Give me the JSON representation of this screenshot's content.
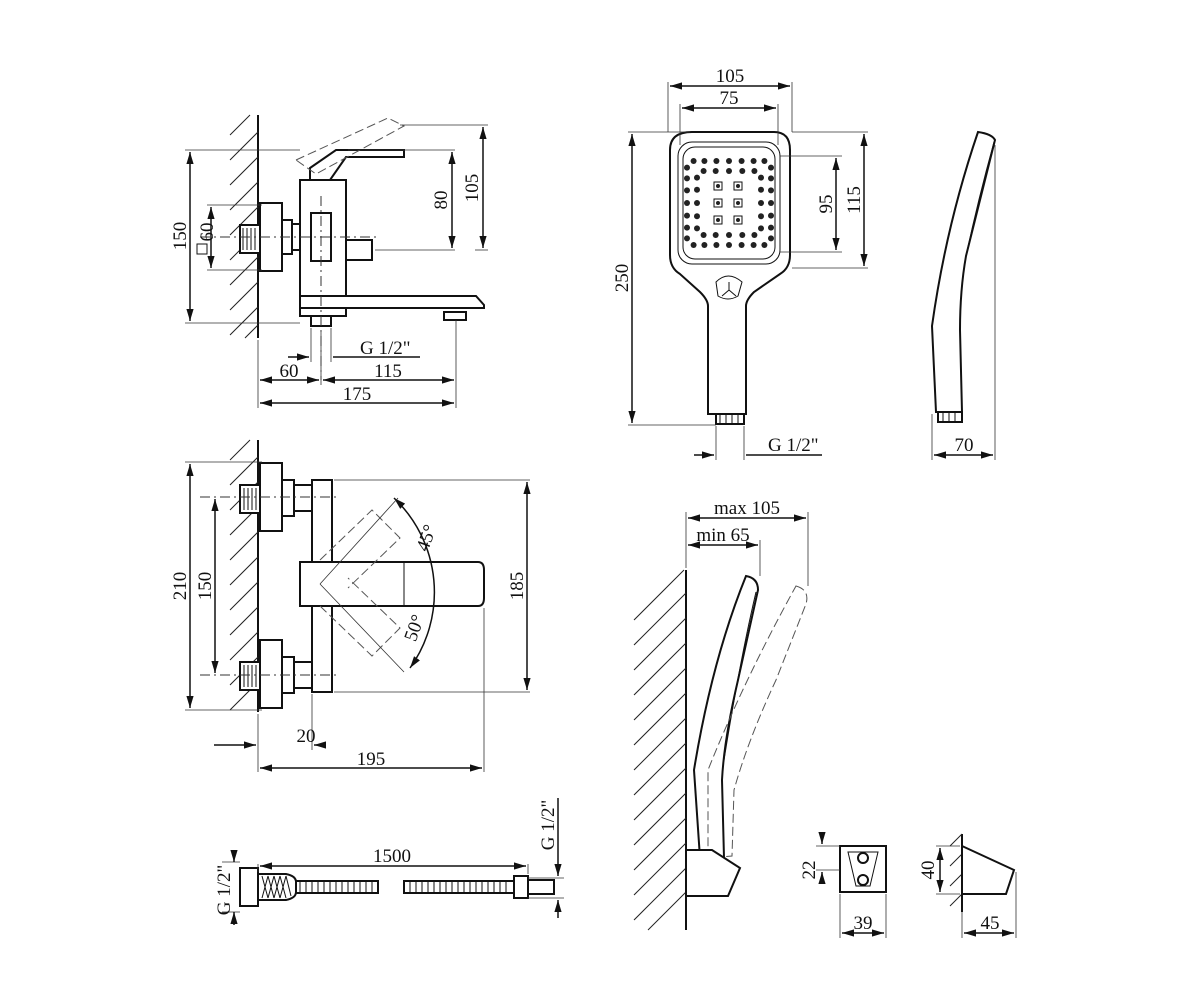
{
  "side_view": {
    "dim_80": "80",
    "dim_105": "105",
    "dim_150": "150",
    "dim_square_60": "60",
    "thread": "G 1/2\"",
    "dim_60": "60",
    "dim_115": "115",
    "dim_175": "175"
  },
  "top_view": {
    "dim_210": "210",
    "dim_150": "150",
    "dim_185": "185",
    "angle_45": "45°",
    "angle_50": "50°",
    "dim_20": "20",
    "dim_195": "195"
  },
  "hand_shower": {
    "dim_105": "105",
    "dim_75": "75",
    "dim_95": "95",
    "dim_115": "115",
    "dim_250": "250",
    "thread": "G 1/2\"",
    "dim_70": "70"
  },
  "wall_holder": {
    "max_label": "max 105",
    "min_label": "min 65",
    "dim_22": "22",
    "dim_39": "39",
    "dim_40": "40",
    "dim_45": "45"
  },
  "hose": {
    "length": "1500",
    "thread_left": "G 1/2\"",
    "thread_right": "G 1/2\""
  }
}
